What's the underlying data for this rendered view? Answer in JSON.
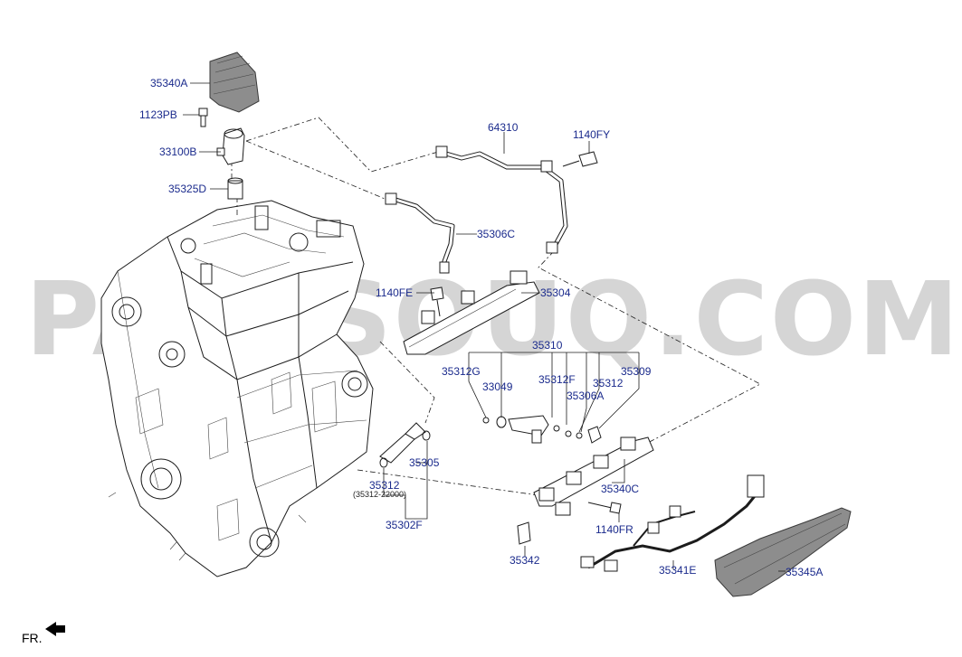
{
  "watermark": "PARTSOUQ.COM",
  "orientation": {
    "label": "FR."
  },
  "callouts": {
    "c35340A": "35340A",
    "c1123PB": "1123PB",
    "c33100B": "33100B",
    "c35325D": "35325D",
    "c64310": "64310",
    "c1140FY": "1140FY",
    "c35306C": "35306C",
    "c1140FE": "1140FE",
    "c35304": "35304",
    "c35310": "35310",
    "c35312G": "35312G",
    "c33049": "33049",
    "c35312F": "35312F",
    "c35309": "35309",
    "c35312a": "35312",
    "c35306A": "35306A",
    "c35305": "35305",
    "c35312b": "35312",
    "c35312_22000": "(35312-22000)",
    "c35302F": "35302F",
    "c35340C": "35340C",
    "c1140FR": "1140FR",
    "c35342": "35342",
    "c35341E": "35341E",
    "c35345A": "35345A"
  }
}
